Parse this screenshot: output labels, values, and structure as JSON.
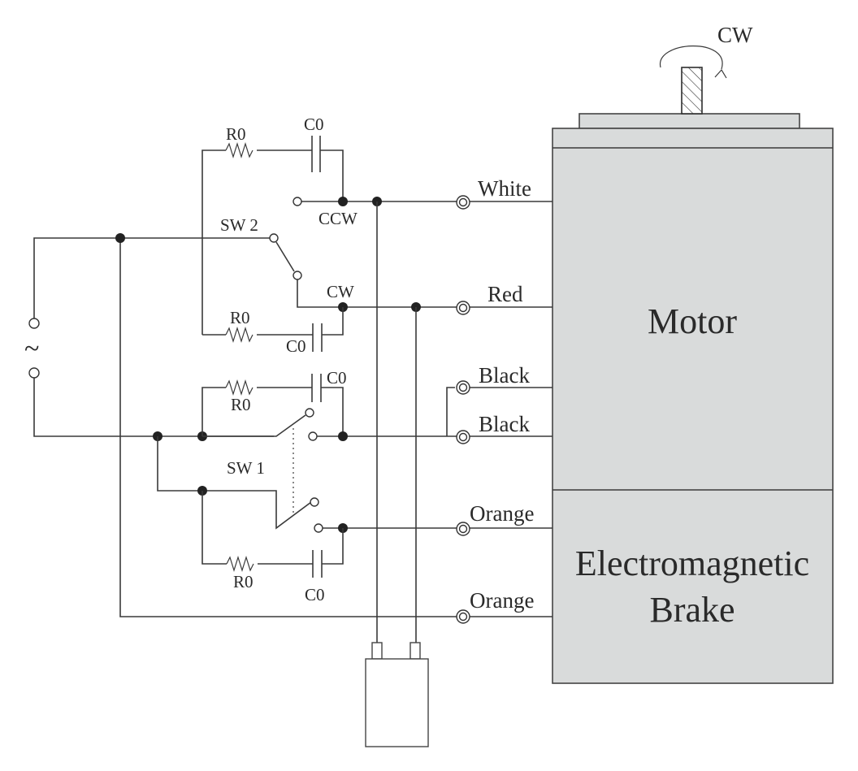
{
  "diagram": {
    "type": "wiring-schematic",
    "rotation_label": "CW",
    "motor_label": "Motor",
    "brake_label_line1": "Electromagnetic",
    "brake_label_line2": "Brake",
    "power_source_symbol": "~",
    "switches": {
      "sw1": "SW 1",
      "sw2": "SW 2"
    },
    "direction_labels": {
      "ccw": "CCW",
      "cw": "CW"
    },
    "components": {
      "r0_top": "R0",
      "c0_top": "C0",
      "r0_mid": "R0",
      "c0_mid": "C0",
      "r0_sw1_upper": "R0",
      "c0_sw1_upper": "C0",
      "r0_sw1_lower": "R0",
      "c0_sw1_lower": "C0"
    },
    "leads": [
      {
        "label": "White"
      },
      {
        "label": "Red"
      },
      {
        "label": "Black"
      },
      {
        "label": "Black"
      },
      {
        "label": "Orange"
      },
      {
        "label": "Orange"
      }
    ],
    "colors": {
      "body_fill": "#d9dbdb",
      "wire": "#3a3a3a",
      "text": "#2a2a2a"
    }
  }
}
